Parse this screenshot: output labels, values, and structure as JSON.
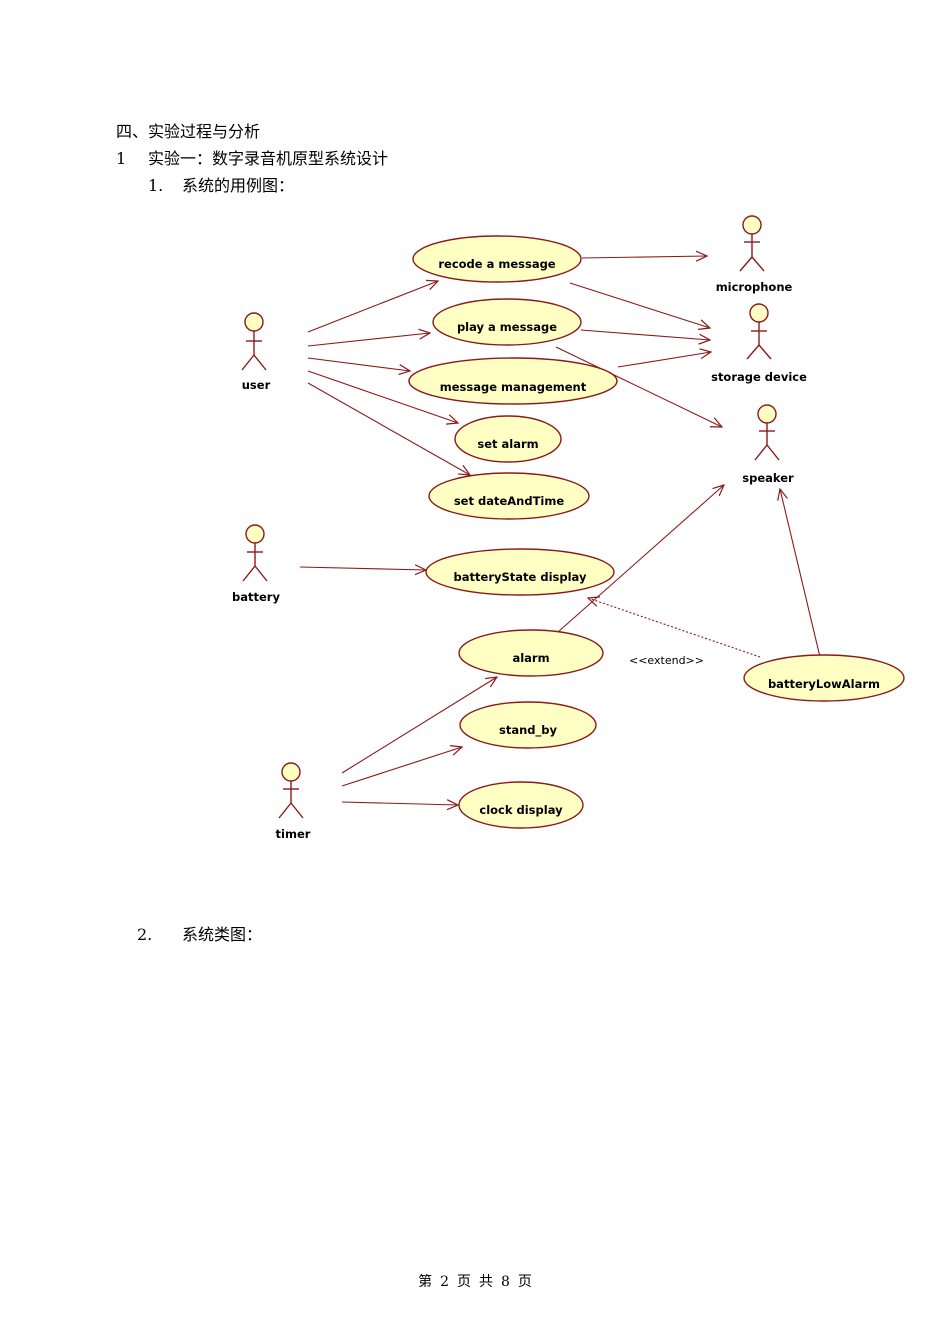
{
  "document": {
    "section_heading": "四、实验过程与分析",
    "experiment": {
      "number": "1",
      "title": "实验一：数字录音机原型系统设计"
    },
    "subsections": [
      {
        "number": "1.",
        "title": "系统的用例图："
      },
      {
        "number": "2.",
        "title": "系统类图："
      }
    ],
    "footer": {
      "prefix": "第",
      "page": "2",
      "mid": "页",
      "mid2": "共",
      "total": "8",
      "suffix": "页"
    }
  },
  "diagram": {
    "actors": [
      "user",
      "microphone",
      "storage device",
      "speaker",
      "battery",
      "timer"
    ],
    "use_cases": [
      "recode a message",
      "play a message",
      "message management",
      "set alarm",
      "set dateAndTime",
      "batteryState display",
      "alarm",
      "stand_by",
      "clock display",
      "batteryLowAlarm"
    ],
    "relations": [
      {
        "from": "user",
        "to": "recode a message"
      },
      {
        "from": "user",
        "to": "play a message"
      },
      {
        "from": "user",
        "to": "message management"
      },
      {
        "from": "user",
        "to": "set alarm"
      },
      {
        "from": "user",
        "to": "set dateAndTime"
      },
      {
        "from": "recode a message",
        "to": "microphone"
      },
      {
        "from": "recode a message",
        "to": "storage device"
      },
      {
        "from": "play a message",
        "to": "storage device"
      },
      {
        "from": "play a message",
        "to": "speaker"
      },
      {
        "from": "message management",
        "to": "storage device"
      },
      {
        "from": "battery",
        "to": "batteryState display"
      },
      {
        "from": "alarm",
        "to": "speaker"
      },
      {
        "from": "batteryLowAlarm",
        "to": "speaker"
      },
      {
        "from": "batteryLowAlarm",
        "to": "batteryState display",
        "stereotype": "<<extend>>"
      },
      {
        "from": "timer",
        "to": "alarm"
      },
      {
        "from": "timer",
        "to": "stand_by"
      },
      {
        "from": "timer",
        "to": "clock display"
      }
    ],
    "colors": {
      "outline": "#8b1a1a",
      "fill": "#ffffc4",
      "actor_head": "#ffffc4"
    }
  }
}
